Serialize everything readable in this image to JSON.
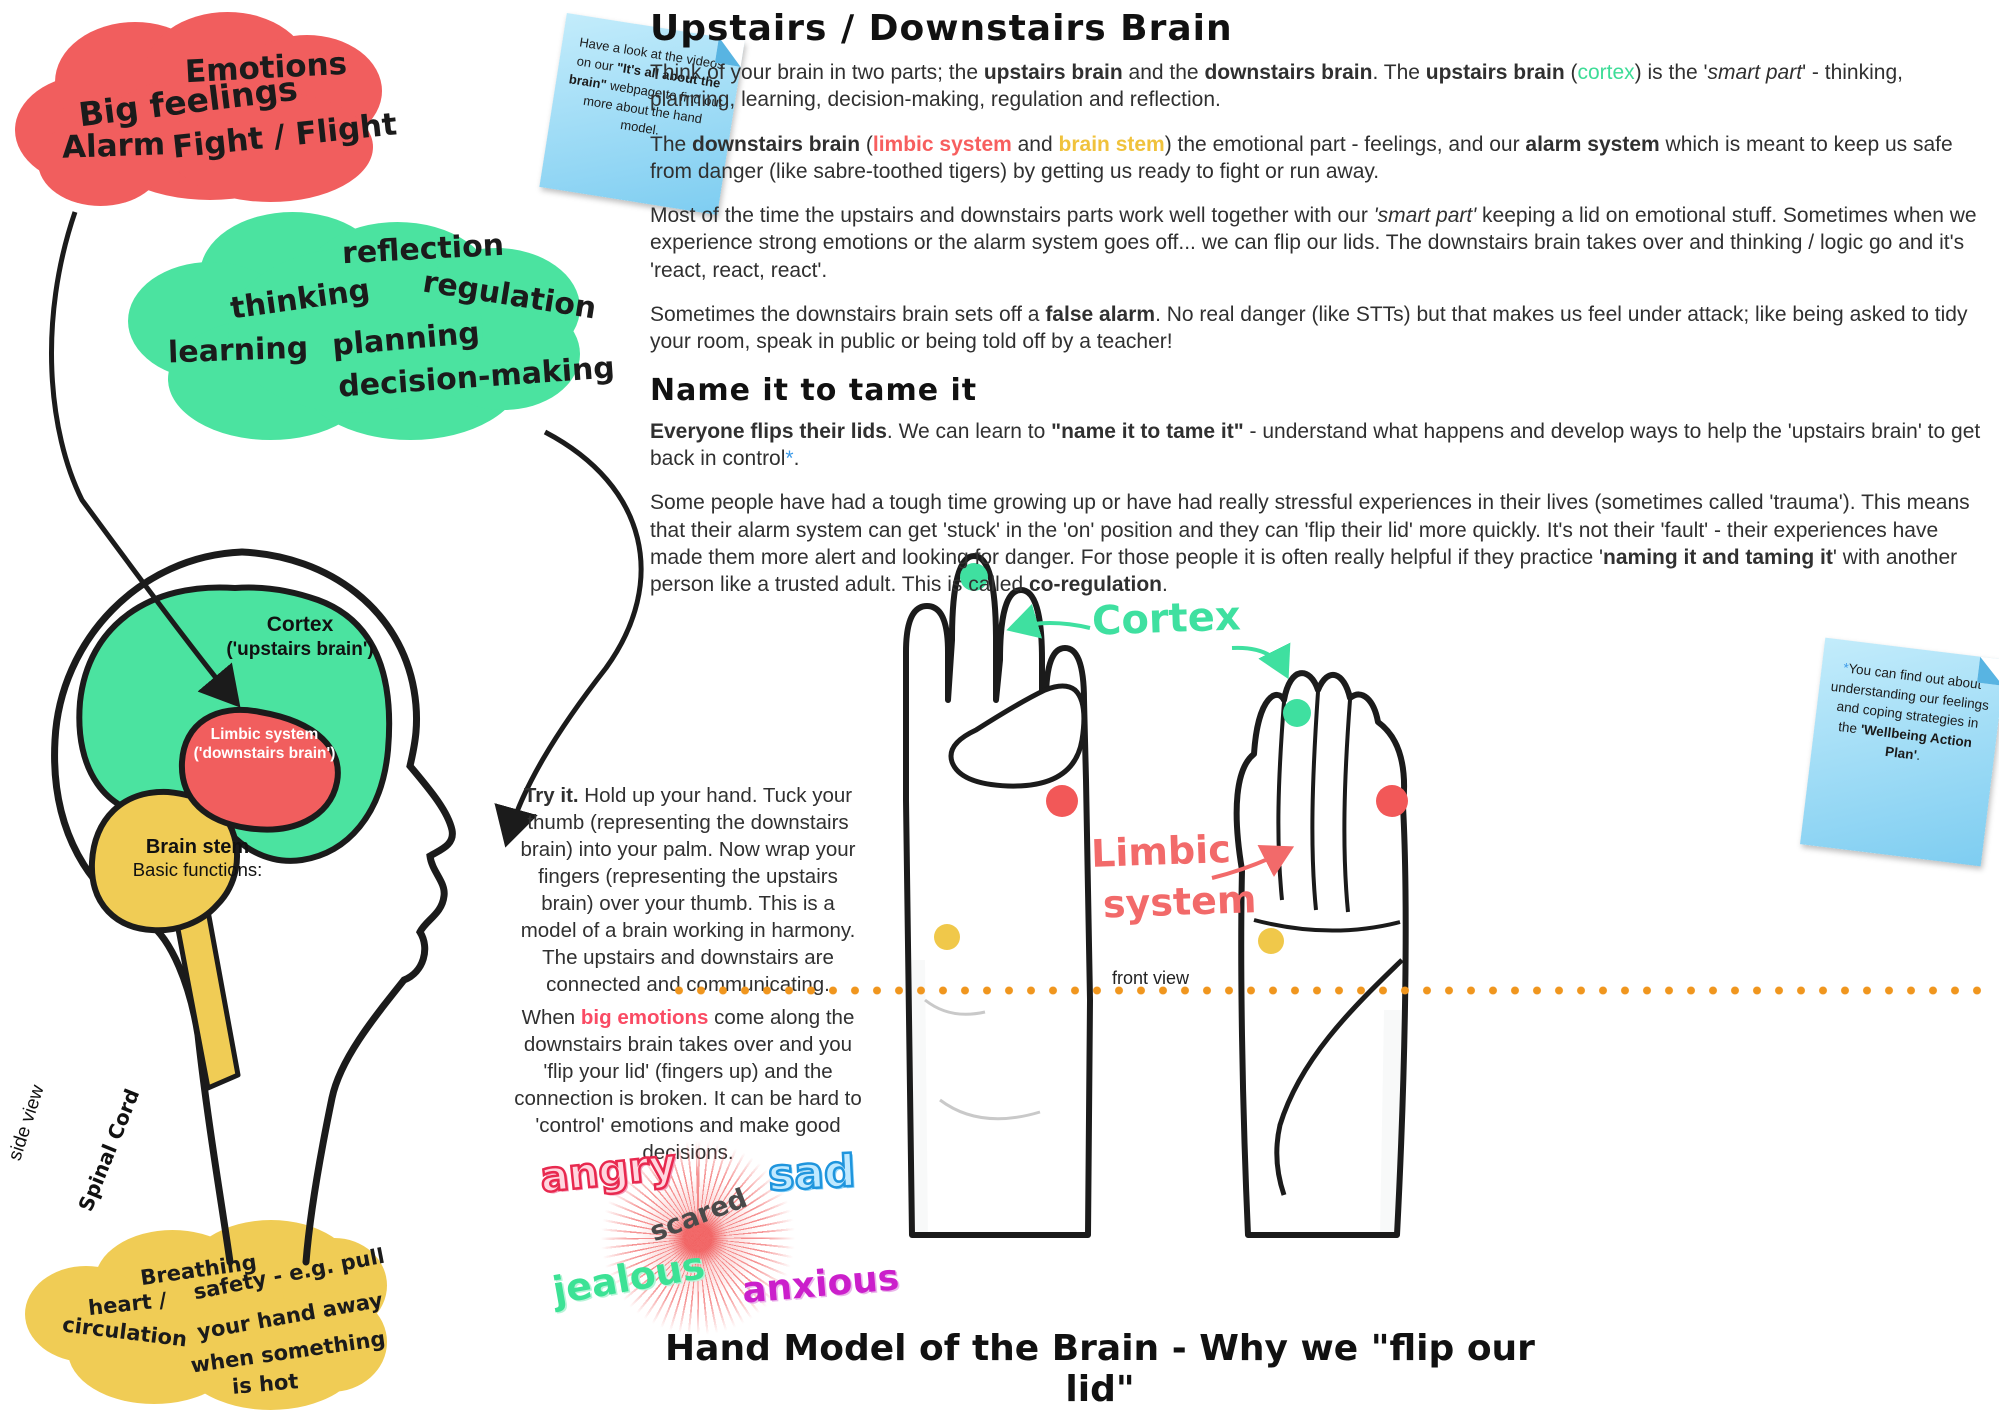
{
  "colors": {
    "red_cloud": "#f15e5e",
    "green_cloud": "#4be3a0",
    "yellow_cloud": "#f0cc55",
    "sticky_note_blue": "#7ecdf1",
    "dotted_line_orange": "#f0961e",
    "cortex_green_text": "#3ddc97",
    "limbic_red_text": "#f75f5f",
    "brainstem_yellow_text": "#f0c23c",
    "asterisk_blue": "#3d9ae8",
    "big_emotions_pink": "#fa4b64"
  },
  "clouds": {
    "red": {
      "fill": "#f15e5e",
      "words": [
        "Emotions",
        "Big feelings",
        "Alarm",
        "Fight / Flight"
      ]
    },
    "green": {
      "fill": "#4be3a0",
      "words": [
        "reflection",
        "thinking",
        "regulation",
        "learning",
        "planning",
        "decision-making"
      ]
    },
    "yellow": {
      "fill": "#f0cc55",
      "lines": [
        "Breathing",
        "heart /",
        "circulation",
        "safety - e.g. pull",
        "your hand away",
        "when something",
        "is hot"
      ]
    }
  },
  "sticky_top": {
    "segments": [
      {
        "t": "Have a look at the videos on our "
      },
      {
        "t": "\"It's all about the brain\"",
        "c": "b"
      },
      {
        "t": " webpage to find out more about the hand model."
      }
    ]
  },
  "sticky_right": {
    "segments": [
      {
        "t": "*",
        "c": "blue"
      },
      {
        "t": "You can find out about understanding our feelings and coping strategies in the "
      },
      {
        "t": "'Wellbeing Action Plan'",
        "c": "b"
      },
      {
        "t": "."
      }
    ]
  },
  "brain_diagram": {
    "cortex_label_line1": "Cortex",
    "cortex_label_line2": "('upstairs brain')",
    "limbic_label_line1": "Limbic system",
    "limbic_label_line2": "('downstairs  brain')",
    "brainstem_label_line1": "Brain stem",
    "brainstem_label_line2": "Basic functions:",
    "side_view": "side view",
    "spinal_cord": "Spinal Cord"
  },
  "article": {
    "title": "Upstairs / Downstairs Brain",
    "p1": [
      {
        "t": "Think of your brain in two parts; the "
      },
      {
        "t": "upstairs brain",
        "c": "b"
      },
      {
        "t": " and the "
      },
      {
        "t": "downstairs brain",
        "c": "b"
      },
      {
        "t": ". The "
      },
      {
        "t": "upstairs brain",
        "c": "b"
      },
      {
        "t": " ("
      },
      {
        "t": "cortex",
        "c": "green"
      },
      {
        "t": ") is the '"
      },
      {
        "t": "smart part",
        "c": "i"
      },
      {
        "t": "' - thinking, planning, learning, decision-making, regulation and reflection."
      }
    ],
    "p2": [
      {
        "t": "The "
      },
      {
        "t": "downstairs brain",
        "c": "b"
      },
      {
        "t": " ("
      },
      {
        "t": "limbic system",
        "c": "red"
      },
      {
        "t": " and "
      },
      {
        "t": "brain stem",
        "c": "yellow"
      },
      {
        "t": ") the emotional part - feelings, and our "
      },
      {
        "t": "alarm system",
        "c": "b"
      },
      {
        "t": " which is meant to keep us safe from danger (like sabre-toothed tigers) by getting us ready to fight or run away."
      }
    ],
    "p3": [
      {
        "t": "Most of the time the upstairs and downstairs parts work well together with our "
      },
      {
        "t": "'smart part'",
        "c": "i"
      },
      {
        "t": " keeping a lid on emotional stuff. Sometimes when we experience strong emotions or the alarm system goes off... we can flip our lids. The downstairs brain takes over and thinking / logic go and it's 'react, react, react'."
      }
    ],
    "p4": [
      {
        "t": "Sometimes the downstairs brain sets off a "
      },
      {
        "t": "false alarm",
        "c": "b"
      },
      {
        "t": ". No real danger (like STTs) but that makes us feel under attack; like being asked to tidy your room, speak in public or being told off by a teacher!"
      }
    ],
    "h2": "Name it to tame it",
    "p5": [
      {
        "t": "Everyone flips their lids",
        "c": "b"
      },
      {
        "t": ". We can learn to "
      },
      {
        "t": "\"name it to tame it\"",
        "c": "b"
      },
      {
        "t": " - understand what happens and develop ways to help the 'upstairs brain' to get back in control"
      },
      {
        "t": "*",
        "c": "blue"
      },
      {
        "t": "."
      }
    ],
    "p6": [
      {
        "t": "Some people have had a tough time growing up or have had really stressful experiences in their lives (sometimes called 'trauma'). This means that their alarm system can get 'stuck' in the 'on' position and they can 'flip their lid' more quickly. It's not their 'fault' - their experiences have made them more alert and looking for danger.  For those people it is often really helpful if they  practice '"
      },
      {
        "t": "naming it and taming it",
        "c": "b"
      },
      {
        "t": "' with another person like a trusted adult. This is called "
      },
      {
        "t": "co-regulation",
        "c": "b"
      },
      {
        "t": "."
      }
    ]
  },
  "hand_model": {
    "try_it": [
      {
        "t": "Try it.",
        "c": "b"
      },
      {
        "t": " Hold up your hand. Tuck your thumb (representing the downstairs brain) into your palm. Now wrap your fingers (representing the upstairs brain) over your thumb.  This is a model of a brain working in harmony. The upstairs and downstairs are connected and communicating."
      }
    ],
    "big_emotions": [
      {
        "t": "When "
      },
      {
        "t": "big emotions",
        "c": "pink"
      },
      {
        "t": " come along the downstairs brain takes over and you 'flip your lid' (fingers up) and the connection is broken. It can be hard to 'control' emotions and make good decisions."
      }
    ],
    "cortex_label": "Cortex",
    "limbic_label_line1": "Limbic",
    "limbic_label_line2": "system",
    "front_view": "front view",
    "title": "Hand Model of the Brain - Why we \"flip our lid\"",
    "dots": [
      {
        "name": "cortex-dot-open-hand",
        "color": "#3fe0a0"
      },
      {
        "name": "cortex-dot-fist",
        "color": "#3fe0a0"
      },
      {
        "name": "limbic-dot-open-hand",
        "color": "#f25858"
      },
      {
        "name": "limbic-dot-fist",
        "color": "#f25858"
      },
      {
        "name": "brainstem-dot-open-hand",
        "color": "#f0c84a"
      },
      {
        "name": "brainstem-dot-fist",
        "color": "#f0c84a"
      }
    ],
    "emotion_words": [
      {
        "t": "angry",
        "color": "#e8294f"
      },
      {
        "t": "scared",
        "color": "#4a4a4a"
      },
      {
        "t": "sad",
        "color": "#1f95dd"
      },
      {
        "t": "jealous",
        "color": "#3ce295"
      },
      {
        "t": "anxious",
        "color": "#cb1fcb"
      }
    ]
  }
}
